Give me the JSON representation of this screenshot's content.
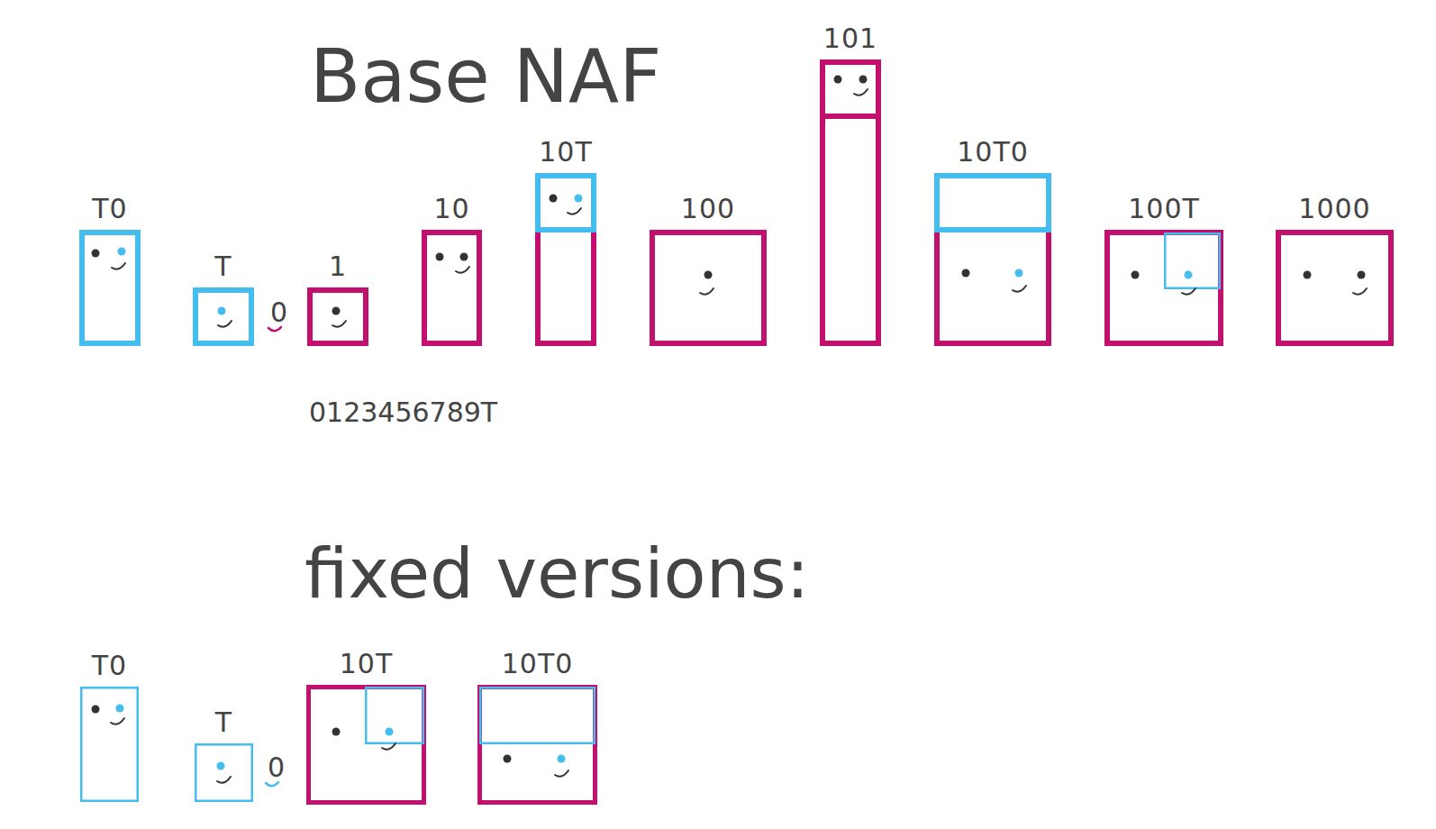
{
  "diagram": {
    "title": "Base NAF",
    "nodes": [
      {
        "text": [
          "T0"
        ]
      },
      {
        "text": [
          "T"
        ]
      },
      {
        "text": [
          "1"
        ]
      },
      {
        "text": [
          "10"
        ]
      },
      {
        "text": [
          "10T"
        ]
      },
      {
        "text": [
          "100"
        ]
      },
      {
        "text": [
          "101"
        ]
      },
      {
        "text": [
          "10T0"
        ]
      },
      {
        "text": [
          "100T"
        ]
      },
      {
        "text": [
          "1000"
        ]
      },
      {
        "text": [
          "T0"
        ]
      },
      {
        "text": [
          "T"
        ]
      },
      {
        "text": [
          "10T"
        ]
      },
      {
        "text": [
          "10T0"
        ]
      }
    ],
    "labels": [
      "0",
      "0123456789T",
      "fixed versions:",
      "0"
    ]
  }
}
